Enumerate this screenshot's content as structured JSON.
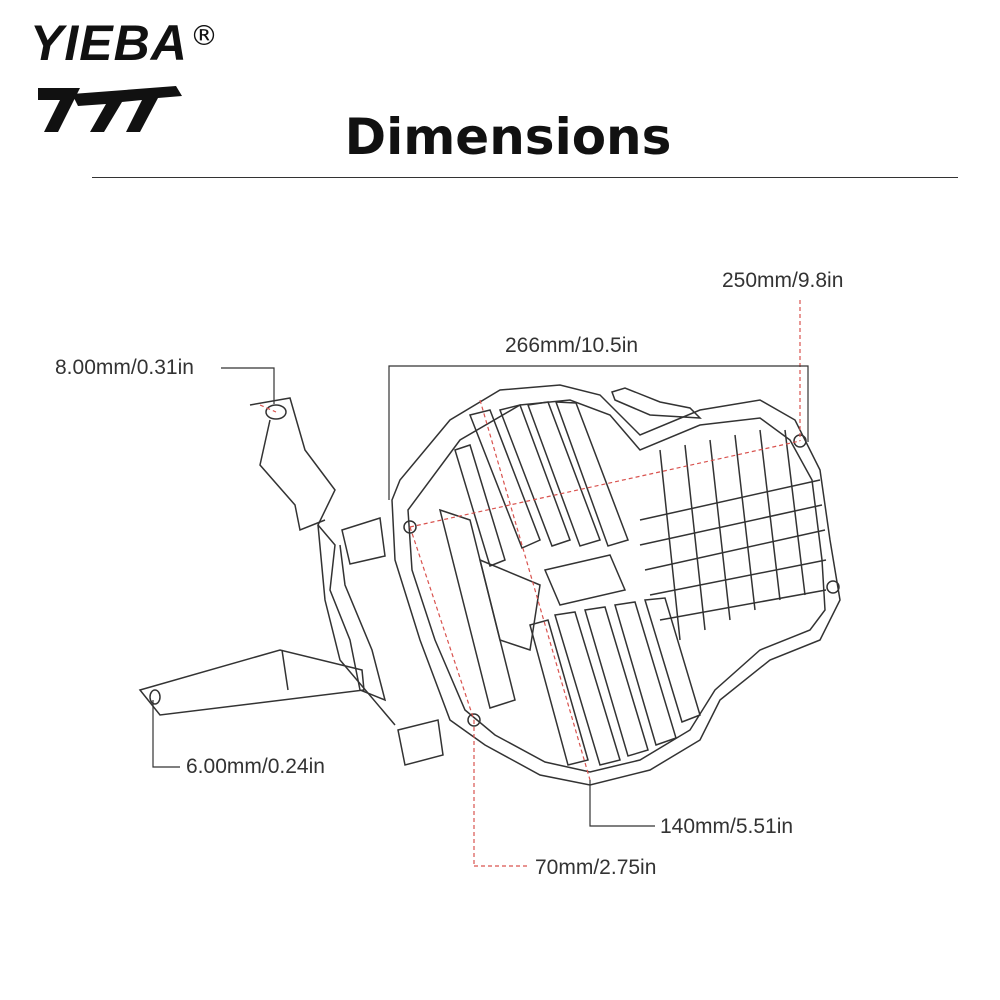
{
  "brand": {
    "name": "YIEBA",
    "registered_mark": "®"
  },
  "title": "Dimensions",
  "dimensions": {
    "top_right": "250mm/9.8in",
    "top_width": "266mm/10.5in",
    "bracket_hole": "8.00mm/0.31in",
    "bottom_hole": "6.00mm/0.24in",
    "bottom_width": "140mm/5.51in",
    "bottom_offset": "70mm/2.75in"
  },
  "colors": {
    "line": "#333333",
    "guide": "#d9534f",
    "text": "#333333"
  }
}
